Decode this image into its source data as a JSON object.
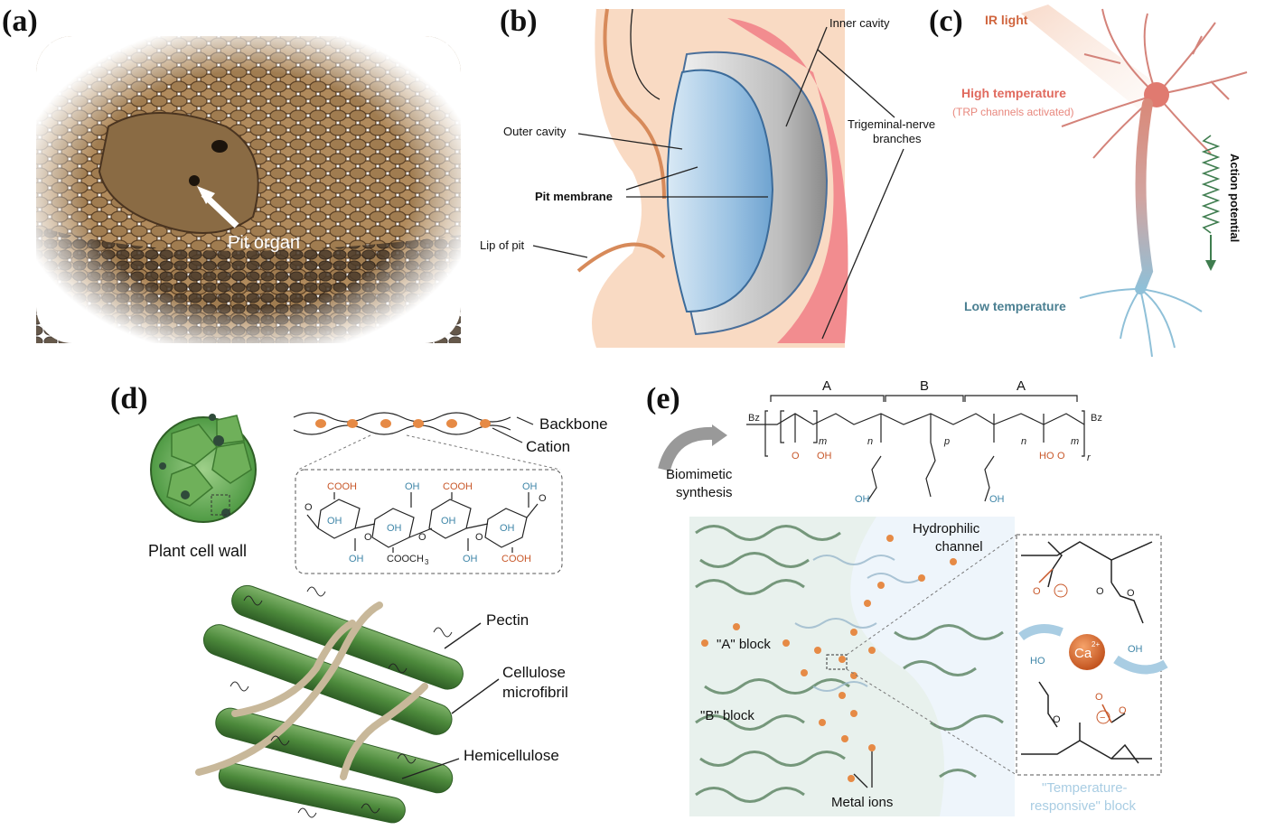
{
  "panels": {
    "a": {
      "label": "(a)",
      "pit_organ": "Pit organ"
    },
    "b": {
      "label": "(b)",
      "inner_cavity": "Inner cavity",
      "outer_cavity": "Outer cavity",
      "pit_membrane": "Pit membrane",
      "lip_of_pit": "Lip of pit",
      "trigeminal_line1": "Trigeminal-nerve",
      "trigeminal_line2": "branches"
    },
    "c": {
      "label": "(c)",
      "ir_light": "IR light",
      "high_temperature": "High temperature",
      "trp": "(TRP channels activated)",
      "action_potential": "Action potential",
      "low_temperature": "Low temperature"
    },
    "d": {
      "label": "(d)",
      "backbone": "Backbone",
      "cation": "Cation",
      "plant_cell_wall": "Plant cell wall",
      "pectin": "Pectin",
      "cellulose_line1": "Cellulose",
      "cellulose_line2": "microfibril",
      "hemicellulose": "Hemicellulose",
      "chem": {
        "cooh": "COOH",
        "oh": "OH",
        "o": "O",
        "cooch3": "COOCH",
        "sub3": "3"
      }
    },
    "e": {
      "label": "(e)",
      "block_a": "A",
      "block_b": "B",
      "bz": "Bz",
      "sub_m": "m",
      "sub_n": "n",
      "sub_p": "p",
      "sub_r": "r",
      "o": "O",
      "oh": "OH",
      "ho": "HO",
      "biomimetic_line1": "Biomimetic",
      "biomimetic_line2": "synthesis",
      "hydrophilic_line1": "Hydrophilic",
      "hydrophilic_line2": "channel",
      "a_block": "\"A\" block",
      "b_block": "\"B\" block",
      "metal_ions": "Metal ions",
      "ca": "Ca",
      "ca_charge": "2+",
      "minus": "−",
      "temp_line1": "\"Temperature-",
      "temp_line2": "responsive\" block"
    }
  },
  "colors": {
    "orange": "#c8582a",
    "blue_text": "#3f86a8",
    "red_text": "#e06a5e",
    "green": "#4a8a3c",
    "teal_label": "#4a7f91",
    "light_blue": "#a9cde3"
  }
}
